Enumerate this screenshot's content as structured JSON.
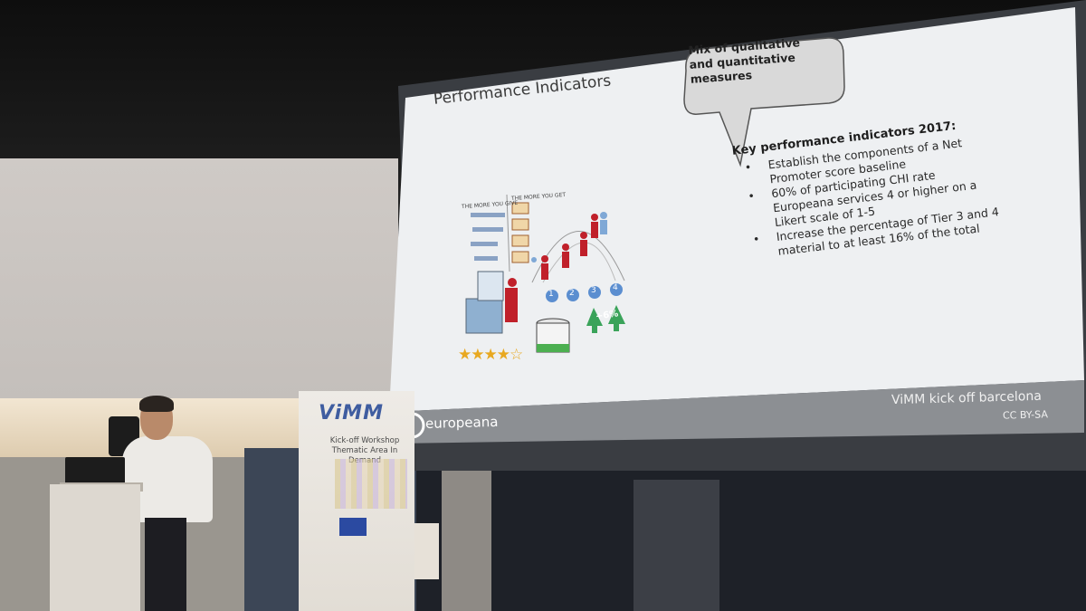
{
  "slide": {
    "title": "Performance Indicators",
    "callout": [
      "Mix of qualitative",
      "and quantitative",
      "measures"
    ],
    "kpi_heading": "Key performance indicators 2017:",
    "kpis": [
      [
        "Establish the components of a Net",
        "Promoter score baseline"
      ],
      [
        "60% of participating CHI rate",
        "Europeana services 4 or higher on a",
        "Likert scale of 1-5"
      ],
      [
        "Increase the percentage of Tier 3 and 4",
        "material to at least 16% of the total"
      ]
    ],
    "illustration": {
      "left_header": "THE MORE YOU GIVE",
      "right_header": "THE MORE YOU GET",
      "steps": [
        "1",
        "2",
        "3",
        "4"
      ],
      "percent_label": "+6%",
      "stars_filled": 4,
      "stars_total": 5
    },
    "footer_event": "ViMM kick off barcelona",
    "footer_license": "CC BY-SA",
    "footer_brand": "europeana"
  },
  "banner": {
    "logo": "ViMM",
    "line1": "Kick-off Workshop",
    "line2": "Thematic Area In Demand"
  },
  "colors": {
    "slide_bg": "#eef0f2",
    "footer_bar": "#8c8f93",
    "accent_red": "#c0202a",
    "accent_green": "#3aa35a",
    "accent_blue": "#2f6fb1"
  }
}
